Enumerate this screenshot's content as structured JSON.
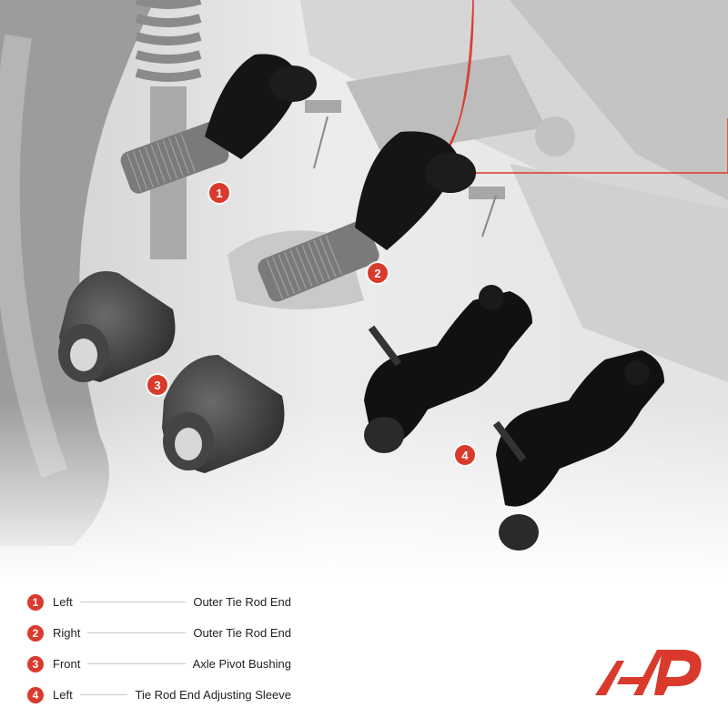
{
  "brand": {
    "accent_color": "#d93a2b",
    "logo_icon": "a-premium-logo-icon"
  },
  "callouts": [
    "1",
    "2",
    "3",
    "4"
  ],
  "legend": [
    {
      "number": "1",
      "side": "Left",
      "part": "Outer Tie Rod End"
    },
    {
      "number": "2",
      "side": "Right",
      "part": "Outer Tie Rod End"
    },
    {
      "number": "3",
      "side": "Front",
      "part": "Axle Pivot Bushing"
    },
    {
      "number": "4",
      "side": "Left",
      "part": "Tie Rod End Adjusting Sleeve"
    }
  ]
}
